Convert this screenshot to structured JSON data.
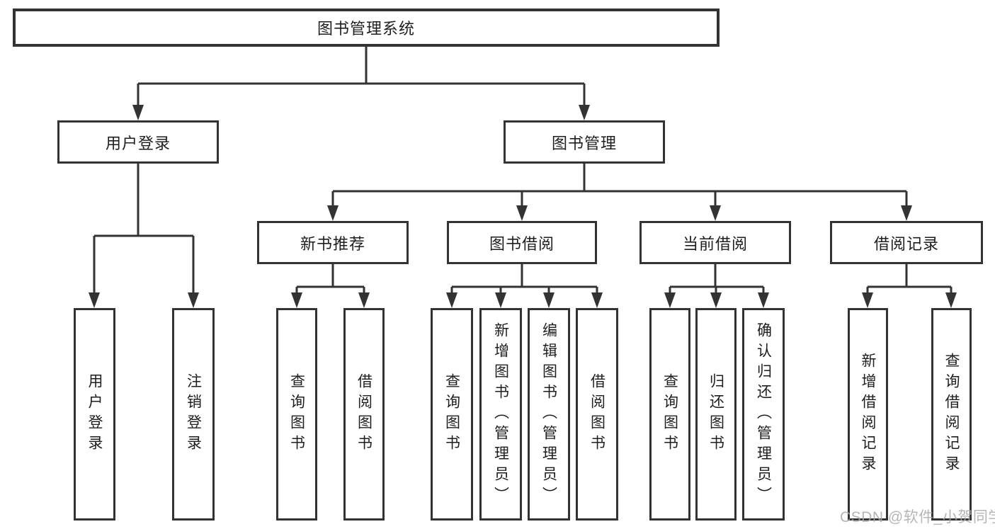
{
  "nodes": {
    "root": "图书管理系统",
    "user_login": "用户登录",
    "book_mgmt": "图书管理",
    "new_book_rec": "新书推荐",
    "book_borrow": "图书借阅",
    "current_borrow": "当前借阅",
    "borrow_record": "借阅记录",
    "ul_user_login": "用户登录",
    "ul_logout": "注销登录",
    "nr_query_book": "查询图书",
    "nr_borrow_book": "借阅图书",
    "bb_query_book": "查询图书",
    "bb_add_book": "新增图书（管理员）",
    "bb_edit_book": "编辑图书（管理员）",
    "bb_borrow_book": "借阅图书",
    "cb_query_book": "查询图书",
    "cb_return_book": "归还图书",
    "cb_confirm_return": "确认归还（管理员）",
    "br_add_record": "新增借阅记录",
    "br_query_record": "查询借阅记录"
  },
  "watermark": "CSDN @软件_小贺同学",
  "colors": {
    "line": "#333333",
    "text": "#1e1e1e",
    "watermark": "#a8a8a8",
    "background": "#ffffff"
  }
}
